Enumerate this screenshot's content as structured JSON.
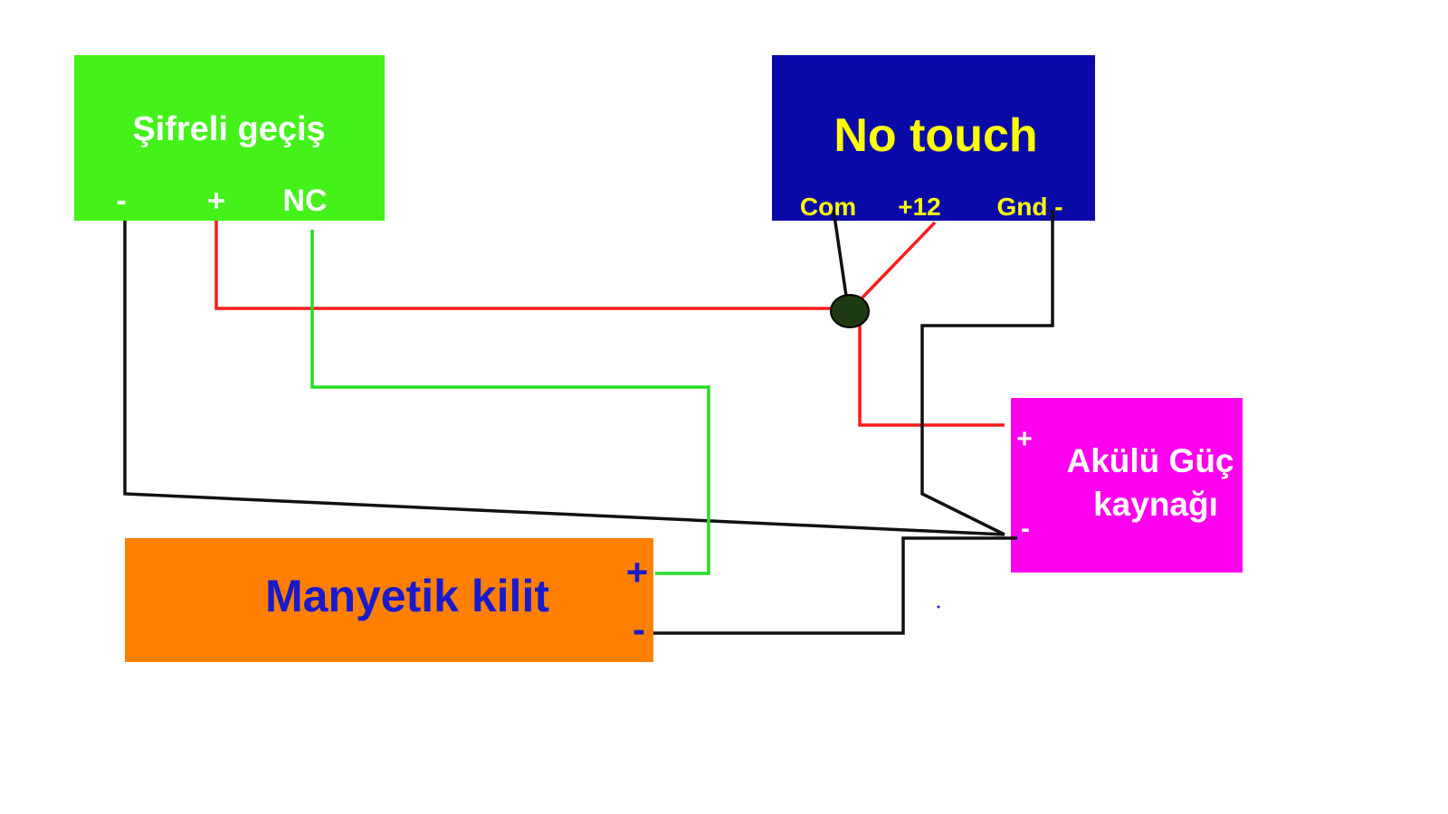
{
  "colors": {
    "background": "#ffffff",
    "wire_red": "#ff1a1a",
    "wire_green": "#22dd22",
    "wire_black": "#111111",
    "junction": "#1e3a12"
  },
  "sifreli": {
    "title": "Şifreli geçiş",
    "pin_minus": "-",
    "pin_plus": "+",
    "pin_nc": "NC",
    "fill": "#44f21a",
    "text_color": "#ffffff"
  },
  "notouch": {
    "title": "No touch",
    "pin_com": "Com",
    "pin_12": "+12",
    "pin_gnd": "Gnd -",
    "fill": "#0a0aa8",
    "text_color": "#ffff00"
  },
  "akulu": {
    "title_line1": "Akülü Güç",
    "title_line2": "kaynağı",
    "pin_plus": "+",
    "pin_minus": "-",
    "fill": "#ff00ee",
    "text_color": "#ffffff"
  },
  "kilit": {
    "title": "Manyetik kilit",
    "pin_plus": "+",
    "pin_minus": "-",
    "fill": "#ff8000",
    "text_color": "#1a1acc"
  }
}
